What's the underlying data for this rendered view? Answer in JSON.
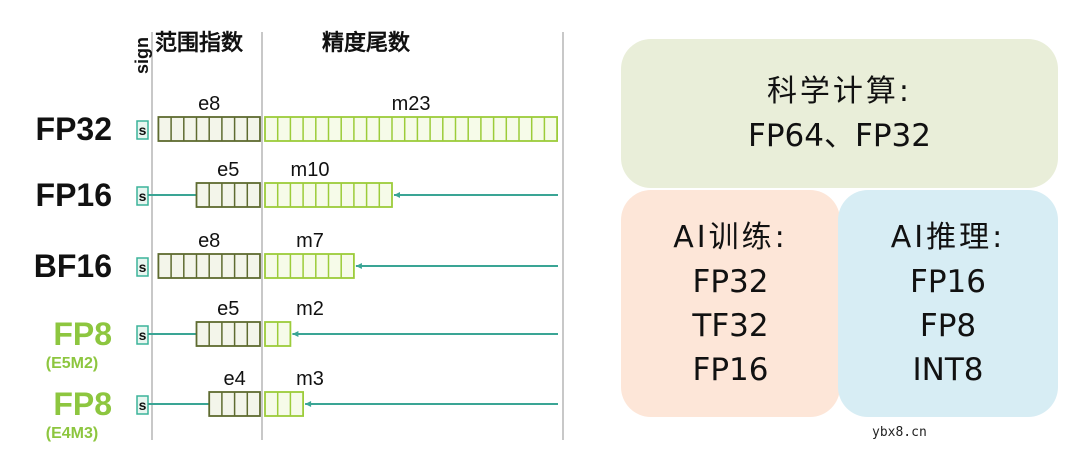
{
  "headers": {
    "sign": "sign",
    "exponent": "范围指数",
    "mantissa": "精度尾数"
  },
  "colors": {
    "exponent": "#5e6b30",
    "mantissa": "#9ccc3a",
    "sign": "#3bb39a",
    "line": "#3aa595",
    "fp8_label": "#8dc63f",
    "divider": "#b5b5b5"
  },
  "formats": [
    {
      "name": "FP32",
      "sub": "",
      "sign_label": "s",
      "exp_bits": 8,
      "man_bits": 23,
      "exp_label": "e8",
      "man_label": "m23",
      "highlight": false
    },
    {
      "name": "FP16",
      "sub": "",
      "sign_label": "s",
      "exp_bits": 5,
      "man_bits": 10,
      "exp_label": "e5",
      "man_label": "m10",
      "highlight": false
    },
    {
      "name": "BF16",
      "sub": "",
      "sign_label": "s",
      "exp_bits": 8,
      "man_bits": 7,
      "exp_label": "e8",
      "man_label": "m7",
      "highlight": false
    },
    {
      "name": "FP8",
      "sub": "(E5M2)",
      "sign_label": "s",
      "exp_bits": 5,
      "man_bits": 2,
      "exp_label": "e5",
      "man_label": "m2",
      "highlight": true
    },
    {
      "name": "FP8",
      "sub": "(E4M3)",
      "sign_label": "s",
      "exp_bits": 4,
      "man_bits": 3,
      "exp_label": "e4",
      "man_label": "m3",
      "highlight": true
    }
  ],
  "usage": {
    "scientific": {
      "title": "科学计算:",
      "items": [
        "FP64、FP32"
      ]
    },
    "training": {
      "title": "AI训练:",
      "items": [
        "FP32",
        "TF32",
        "FP16"
      ]
    },
    "inference": {
      "title": "AI推理:",
      "items": [
        "FP16",
        "FP8",
        "INT8"
      ]
    }
  },
  "watermark": "ybx8.cn"
}
